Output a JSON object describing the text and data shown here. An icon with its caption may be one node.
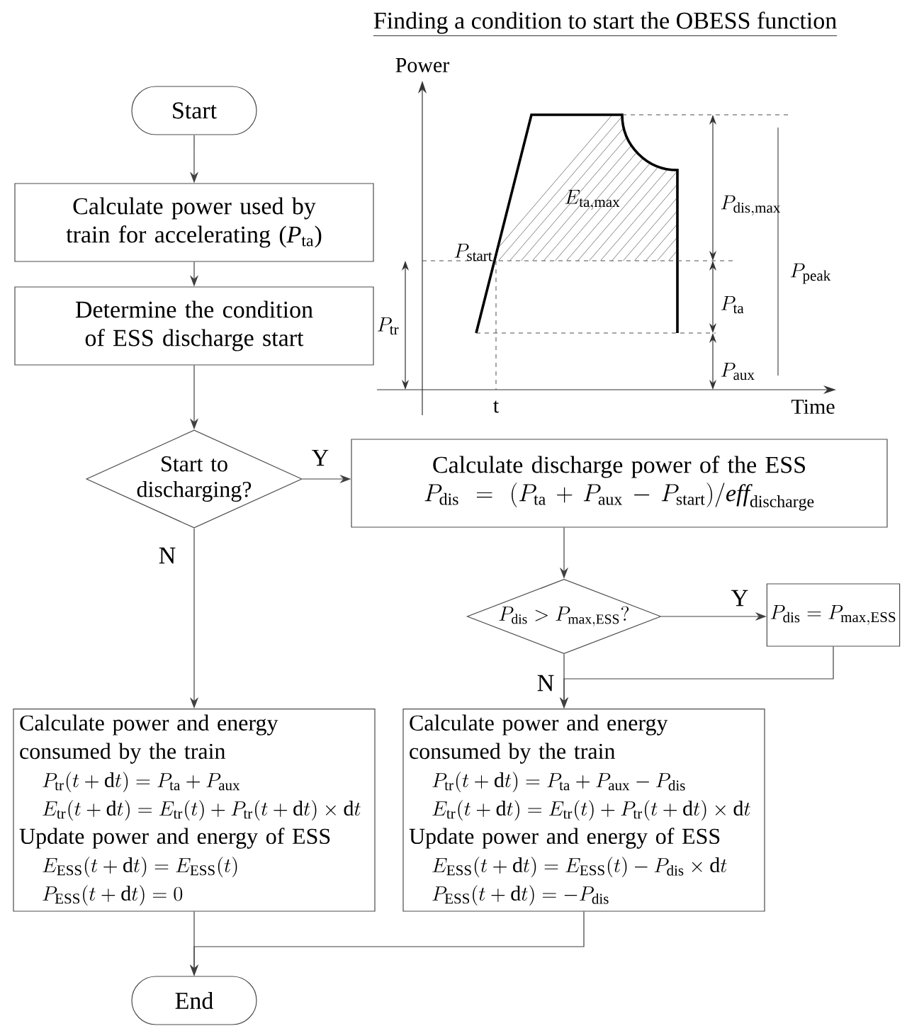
{
  "diagram": {
    "title": "Finding a condition to start the OBESS function",
    "nodes": [
      {
        "text": [
          "Start"
        ]
      },
      {
        "text": [
          "Calculate power used by train for accelerating (*P*$_{ta}$)"
        ]
      },
      {
        "text": [
          "Determine the condition of ESS discharge start"
        ]
      },
      {
        "text": [
          "Start to discharging?"
        ]
      },
      {
        "text": [
          "Calculate discharge power of the ESS",
          "P_{\\mathrm{dis}} = (P_{\\mathrm{ta}} + P_{\\mathrm{aux}} - P_{\\mathrm{start}})/\\mathit{eff}_{\\mathrm{discharge}}"
        ]
      },
      {
        "text": [
          "P_{\\mathrm{dis}} > P_{\\mathrm{max,ESS}}?"
        ]
      },
      {
        "text": [
          "P_{\\mathrm{dis}}=P_{\\mathrm{max,ESS}}"
        ]
      },
      {
        "text": [
          "Calculate power and energy consumed by the train",
          "P_{\\mathrm{tr}}(t+\\mathrm{d}t)=P_{\\mathrm{ta}}+P_{\\mathrm{aux}}",
          "E_{\\mathrm{tr}}(t+\\mathrm{d}t)=E_{\\mathrm{tr}}(t)+P_{\\mathrm{tr}}(t+\\mathrm{d}t)\\times\\mathrm{d}t",
          "Update power and energy of ESS",
          "E_{\\mathrm{ESS}}(t+\\mathrm{d}t)=E_{\\mathrm{ESS}}(t)",
          "P_{\\mathrm{ESS}}(t+\\mathrm{d}t)=0"
        ]
      },
      {
        "text": [
          "Calculate power and energy consumed by the train",
          "P_{\\mathrm{tr}}(t+\\mathrm{d}t)=P_{\\mathrm{ta}}+P_{\\mathrm{aux}}-P_{\\mathrm{dis}}",
          "E_{\\mathrm{tr}}(t+\\mathrm{d}t) = E_{\\mathrm{tr}}(t)+P_{\\mathrm{tr}}(t+\\mathrm{d}t)\\times\\mathrm{d}t",
          "Update power and energy of ESS",
          "E_{\\mathrm{ESS}}(t+\\mathrm{d}t)=E_{\\mathrm{ESS}}(t)-P_{\\mathrm{dis}}\\times\\mathrm{d}t",
          "P_{\\mathrm{ESS}}(t+\\mathrm{d}t)=-P_{\\mathrm{dis}}"
        ]
      },
      {
        "text": [
          "End"
        ]
      }
    ],
    "edges": [
      {
        "from": 0,
        "to": 1,
        "arrow": "to"
      },
      {
        "from": 1,
        "to": 2,
        "arrow": "to"
      },
      {
        "from": 2,
        "to": 3,
        "arrow": "to"
      },
      {
        "from": 3,
        "to": 4,
        "arrow": "to",
        "label": "Y"
      },
      {
        "from": 3,
        "to": 7,
        "arrow": "to",
        "label": "N"
      },
      {
        "from": 4,
        "to": 5,
        "arrow": "to"
      },
      {
        "from": 5,
        "to": 6,
        "arrow": "to",
        "label": "Y"
      },
      {
        "from": 5,
        "to": 8,
        "arrow": "to",
        "label": "N"
      },
      {
        "from": 6,
        "to": 8,
        "arrow": "to"
      },
      {
        "from": 7,
        "to": 9,
        "arrow": "to"
      },
      {
        "from": 8,
        "to": 9,
        "arrow": "to"
      }
    ],
    "labels": [
      "Power",
      "Time",
      "t",
      "P_{\\mathrm{start}}",
      "E_{\\mathrm{ta,max}}",
      "P_{\\mathrm{dis,max}}",
      "P_{\\mathrm{peak}}",
      "P_{\\mathrm{ta}}",
      "P_{\\mathrm{tr}}",
      "P_{\\mathrm{aux}}"
    ]
  }
}
